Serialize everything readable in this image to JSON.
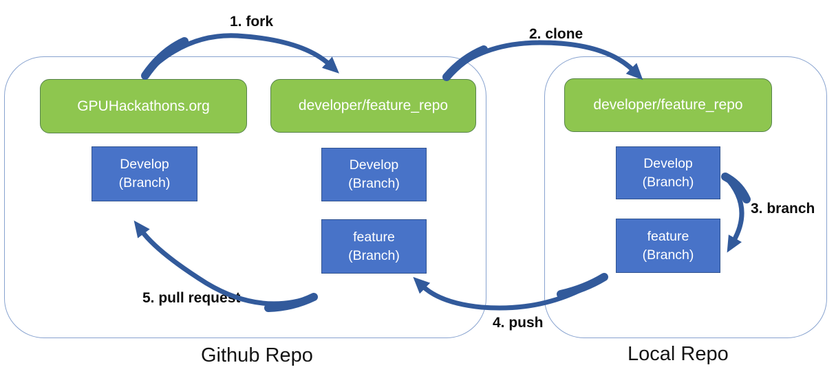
{
  "github_repo": {
    "caption": "Github Repo",
    "nodes": [
      {
        "label": "GPUHackathons.org",
        "branches": [
          {
            "line1": "Develop",
            "line2": "(Branch)"
          }
        ]
      },
      {
        "label": "developer/feature_repo",
        "branches": [
          {
            "line1": "Develop",
            "line2": "(Branch)"
          },
          {
            "line1": "feature",
            "line2": "(Branch)"
          }
        ]
      }
    ]
  },
  "local_repo": {
    "caption": "Local Repo",
    "nodes": [
      {
        "label": "developer/feature_repo",
        "branches": [
          {
            "line1": "Develop",
            "line2": "(Branch)"
          },
          {
            "line1": "feature",
            "line2": "(Branch)"
          }
        ]
      }
    ]
  },
  "steps": {
    "fork": "1. fork",
    "clone": "2. clone",
    "branch": "3. branch",
    "push": "4. push",
    "pull_request": "5. pull request"
  },
  "colors": {
    "repo_green": "#8EC64F",
    "repo_green_border": "#55824A",
    "branch_blue": "#4873C8",
    "branch_blue_border": "#2F528F",
    "arrow_blue": "#325A9B",
    "container_border": "#87A2CF"
  }
}
